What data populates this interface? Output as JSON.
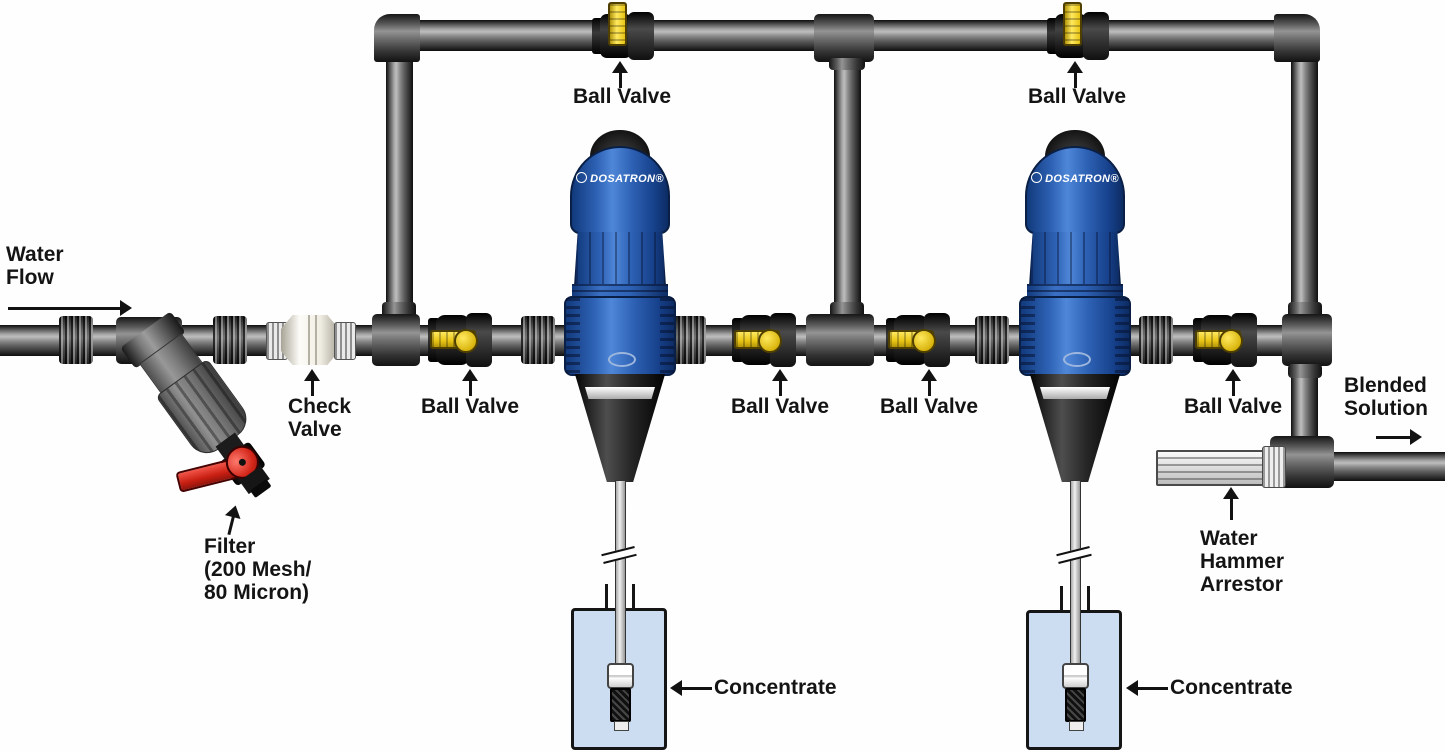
{
  "diagram": {
    "labels": {
      "water_flow": "Water\nFlow",
      "check_valve": "Check\nValve",
      "filter": "Filter\n(200 Mesh/\n80 Micron)",
      "blended_solution": "Blended\nSolution",
      "water_hammer_arrestor": "Water\nHammer\nArrestor"
    },
    "ball_valve_labels": [
      "Ball Valve",
      "Ball Valve",
      "Ball Valve",
      "Ball Valve",
      "Ball Valve",
      "Ball Valve"
    ],
    "concentrate_labels": [
      "Concentrate",
      "Concentrate"
    ],
    "pumps": [
      {
        "brand": "DOSATRON®"
      },
      {
        "brand": "DOSATRON®"
      }
    ],
    "colors": {
      "pump_blue": "#2E62B5",
      "pump_blue_dark": "#123A7C",
      "valve_yellow": "#E8C414",
      "filter_valve_red": "#D22619",
      "pipe_gray": "#8A8A8A",
      "fitting_dark": "#353535",
      "tank_fill": "#CCDCF1",
      "arrestor_silver": "#D9D9D9",
      "label_text": "#141414",
      "background": "#FEFEFE"
    }
  }
}
